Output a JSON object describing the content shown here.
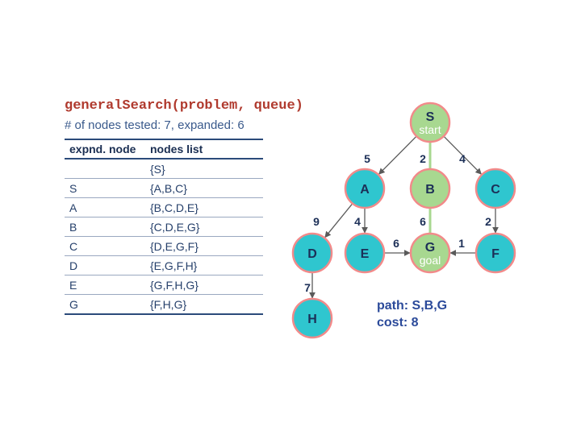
{
  "header": {
    "title": "generalSearch(problem, queue)",
    "subtitle": "# of nodes tested: 7, expanded: 6"
  },
  "table": {
    "columns": [
      "expnd. node",
      "nodes list"
    ],
    "rows": [
      {
        "node": "",
        "list": "{S}"
      },
      {
        "node": "S",
        "list": "{A,B,C}"
      },
      {
        "node": "A",
        "list": "{B,C,D,E}"
      },
      {
        "node": "B",
        "list": "{C,D,E,G}"
      },
      {
        "node": "C",
        "list": "{D,E,G,F}"
      },
      {
        "node": "D",
        "list": "{E,G,F,H}"
      },
      {
        "node": "E",
        "list": "{G,F,H,G}"
      },
      {
        "node": "G",
        "list": "{F,H,G}"
      }
    ]
  },
  "graph": {
    "nodes": [
      {
        "id": "S",
        "label": "S",
        "sub": "start"
      },
      {
        "id": "A",
        "label": "A",
        "sub": ""
      },
      {
        "id": "B",
        "label": "B",
        "sub": ""
      },
      {
        "id": "C",
        "label": "C",
        "sub": ""
      },
      {
        "id": "D",
        "label": "D",
        "sub": ""
      },
      {
        "id": "E",
        "label": "E",
        "sub": ""
      },
      {
        "id": "G",
        "label": "G",
        "sub": "goal"
      },
      {
        "id": "F",
        "label": "F",
        "sub": ""
      },
      {
        "id": "H",
        "label": "H",
        "sub": ""
      }
    ],
    "edges": [
      {
        "from": "S",
        "to": "A",
        "weight": "5"
      },
      {
        "from": "S",
        "to": "B",
        "weight": "2"
      },
      {
        "from": "S",
        "to": "C",
        "weight": "4"
      },
      {
        "from": "A",
        "to": "D",
        "weight": "9"
      },
      {
        "from": "A",
        "to": "E",
        "weight": "4"
      },
      {
        "from": "B",
        "to": "G",
        "weight": "6"
      },
      {
        "from": "C",
        "to": "F",
        "weight": "2"
      },
      {
        "from": "E",
        "to": "G",
        "weight": "6"
      },
      {
        "from": "F",
        "to": "G",
        "weight": "1"
      },
      {
        "from": "D",
        "to": "H",
        "weight": "7"
      }
    ],
    "path_nodes": [
      "S",
      "B",
      "G"
    ],
    "colors": {
      "node_fill": "#2fc6cf",
      "node_stroke": "#f28a8a",
      "path": "#a8d890"
    }
  },
  "result": {
    "path": "path: S,B,G",
    "cost": "cost: 8"
  }
}
